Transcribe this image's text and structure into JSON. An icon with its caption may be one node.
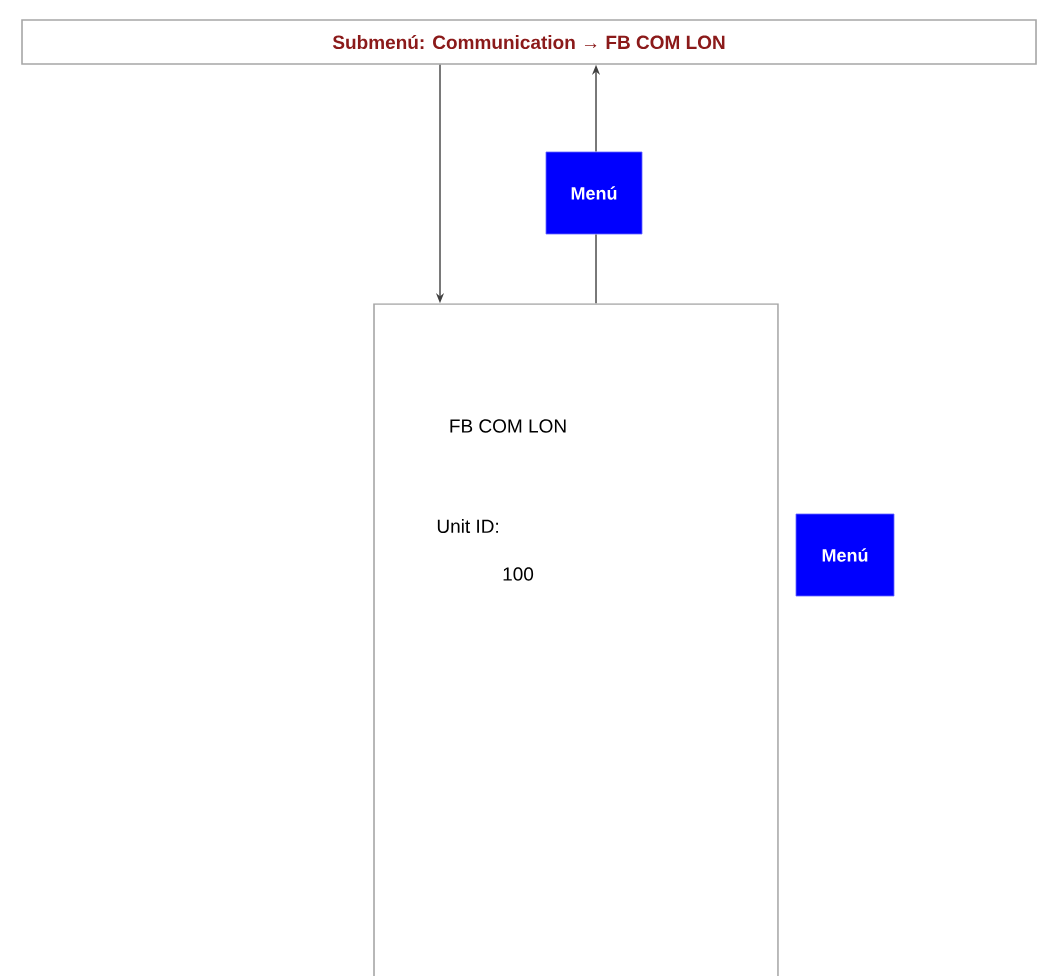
{
  "diagram": {
    "nodes": [
      {
        "text": [
          "Submenú: Communication → FB COM LON"
        ]
      },
      {
        "text": [
          "Menú"
        ]
      },
      {
        "text": [
          "FB COM LON",
          "Unit ID:",
          "100"
        ]
      },
      {
        "text": [
          "Menú"
        ]
      }
    ],
    "edges": [
      {
        "from": 0,
        "to": 2,
        "arrow": "to"
      },
      {
        "from": 2,
        "to": 1,
        "arrow": "none"
      },
      {
        "from": 1,
        "to": 0,
        "arrow": "to"
      }
    ]
  }
}
